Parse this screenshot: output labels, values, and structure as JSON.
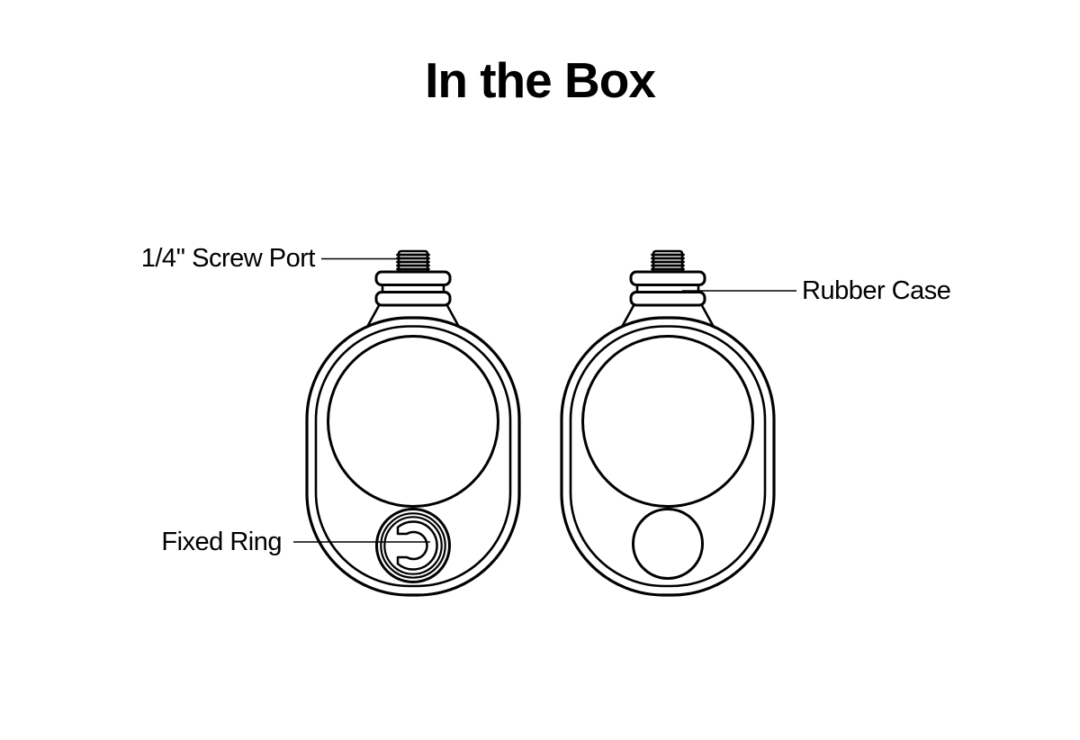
{
  "title": "In the Box",
  "callouts": {
    "screw_port": "1/4'' Screw Port",
    "rubber_case": "Rubber Case",
    "fixed_ring": "Fixed Ring"
  },
  "items": [
    {
      "name": "mount with fixed ring",
      "features": [
        "1/4'' Screw Port",
        "Fixed Ring"
      ]
    },
    {
      "name": "mount with rubber case",
      "features": [
        "Rubber Case"
      ]
    }
  ],
  "colors": {
    "background": "#ffffff",
    "line": "#000000",
    "text": "#000000"
  }
}
